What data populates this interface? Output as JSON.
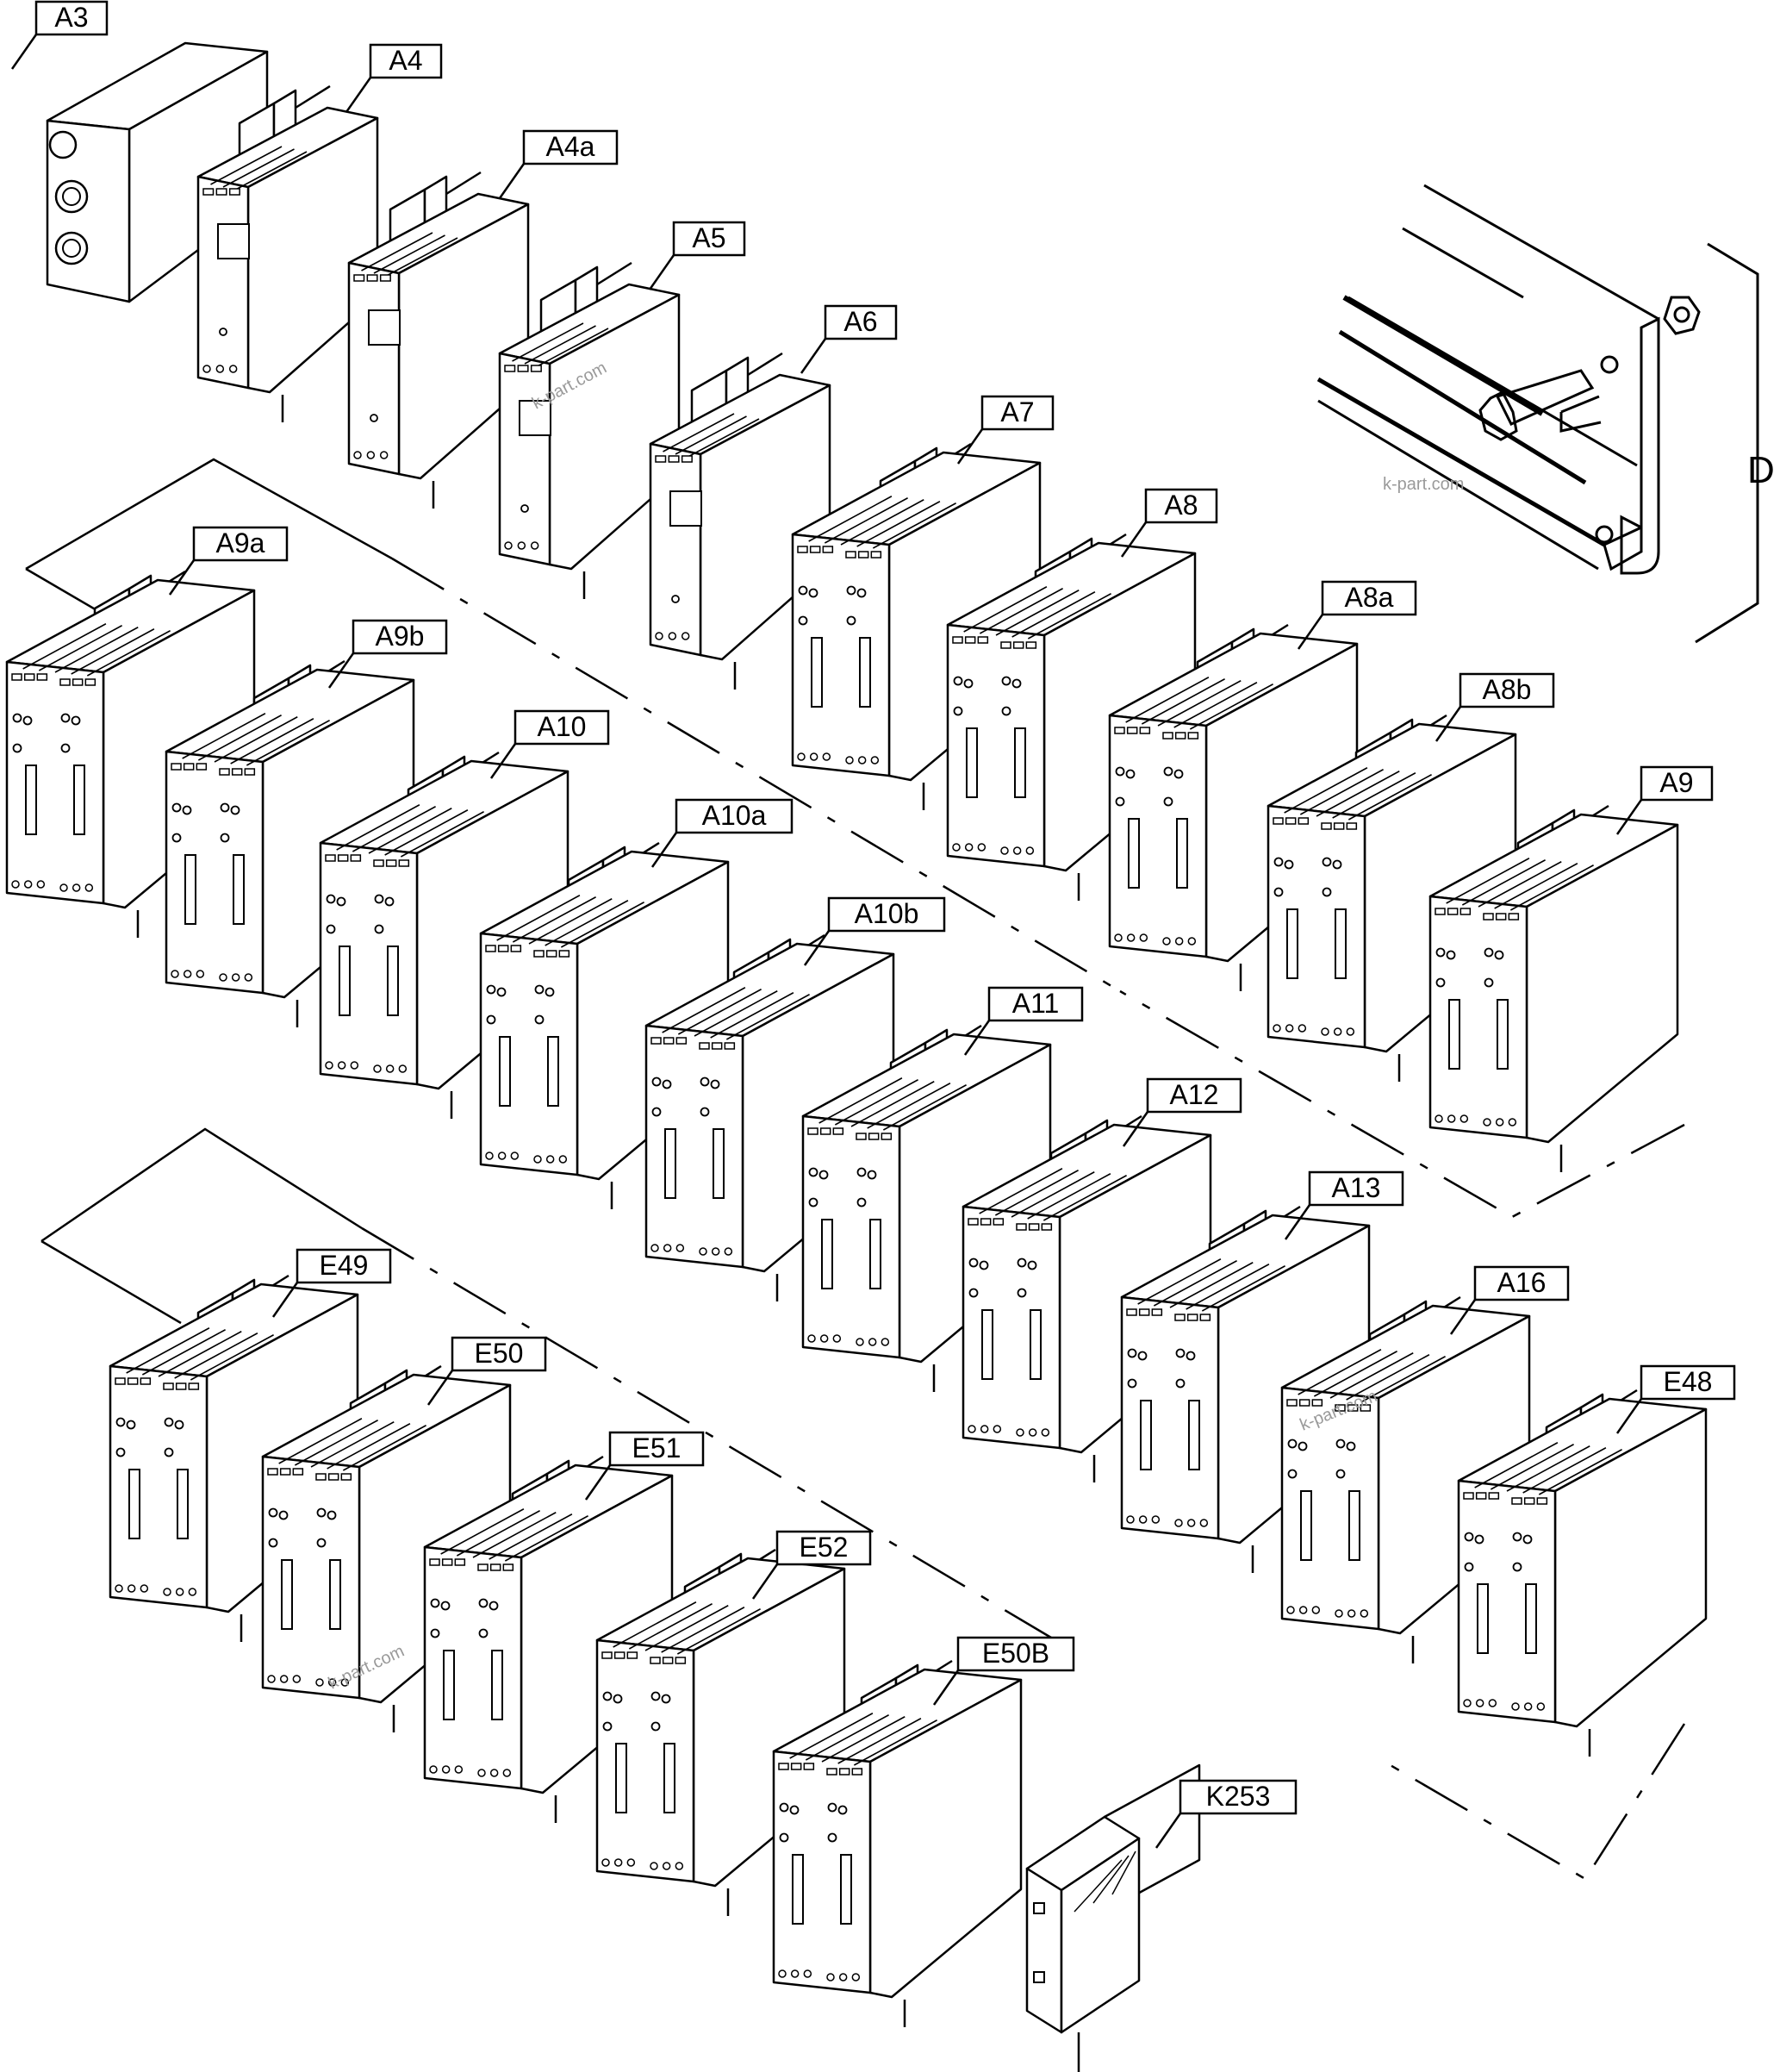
{
  "diagram": {
    "rows": [
      {
        "name": "row-1",
        "modules": [
          {
            "label": "A3",
            "kind": "terminal-box"
          },
          {
            "label": "A4",
            "kind": "slim-module"
          },
          {
            "label": "A4a",
            "kind": "slim-module"
          },
          {
            "label": "A5",
            "kind": "slim-module"
          },
          {
            "label": "A6",
            "kind": "slim-module"
          },
          {
            "label": "A7",
            "kind": "double-module"
          },
          {
            "label": "A8",
            "kind": "double-module"
          },
          {
            "label": "A8a",
            "kind": "double-module"
          },
          {
            "label": "A8b",
            "kind": "double-module"
          },
          {
            "label": "A9",
            "kind": "double-module"
          }
        ]
      },
      {
        "name": "row-2",
        "modules": [
          {
            "label": "A9a",
            "kind": "double-module"
          },
          {
            "label": "A9b",
            "kind": "double-module"
          },
          {
            "label": "A10",
            "kind": "double-module"
          },
          {
            "label": "A10a",
            "kind": "double-module"
          },
          {
            "label": "A10b",
            "kind": "double-module"
          },
          {
            "label": "A11",
            "kind": "double-module"
          },
          {
            "label": "A12",
            "kind": "double-module"
          },
          {
            "label": "A13",
            "kind": "double-module"
          },
          {
            "label": "A16",
            "kind": "double-module"
          },
          {
            "label": "E48",
            "kind": "double-module"
          }
        ]
      },
      {
        "name": "row-3",
        "modules": [
          {
            "label": "E49",
            "kind": "double-module"
          },
          {
            "label": "E50",
            "kind": "double-module"
          },
          {
            "label": "E51",
            "kind": "double-module"
          },
          {
            "label": "E52",
            "kind": "double-module"
          },
          {
            "label": "E50B",
            "kind": "double-module"
          },
          {
            "label": "K253",
            "kind": "relay"
          }
        ]
      }
    ],
    "rail_detail": {
      "label": "D"
    },
    "watermark": "k-part.com"
  }
}
